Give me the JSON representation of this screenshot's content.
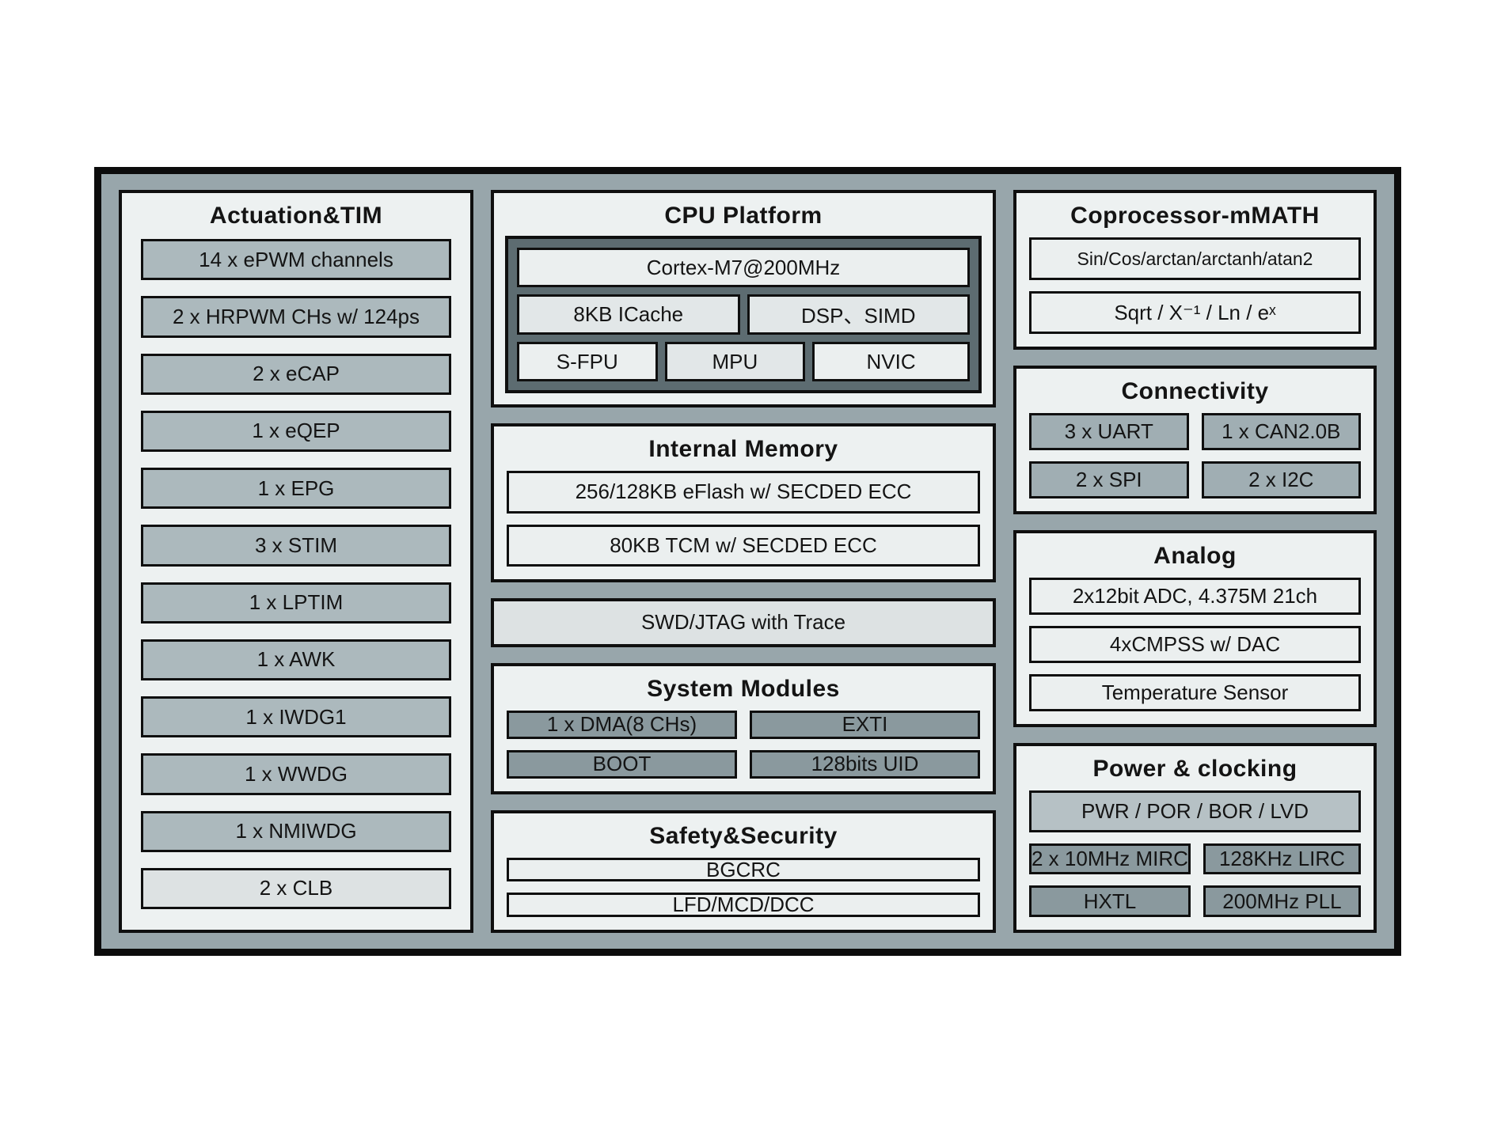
{
  "colors": {
    "band": "#98a6ab",
    "panel": "#edf1f1",
    "item_gray": "#acb9bd",
    "item_dark": "#8a999e",
    "item_conn": "#a0aeb3",
    "item_light": "#ebefef",
    "item_dim": "#e2e7e8",
    "item_pale": "#dde2e3",
    "power_bar": "#b6c1c5",
    "cpu_well": "#5d6c71"
  },
  "actuation": {
    "title": "Actuation&TIM",
    "items": [
      "14 x ePWM channels",
      "2 x HRPWM CHs w/ 124ps",
      "2 x eCAP",
      "1 x eQEP",
      "1 x EPG",
      "3 x STIM",
      "1 x LPTIM",
      "1 x AWK",
      "1 x IWDG1",
      "1 x WWDG",
      "1 x NMIWDG",
      "2 x CLB"
    ]
  },
  "cpu": {
    "title": "CPU Platform",
    "core": "Cortex-M7@200MHz",
    "row2": [
      "8KB ICache",
      "DSP、SIMD"
    ],
    "row3": [
      "S-FPU",
      "MPU",
      "NVIC"
    ]
  },
  "memory": {
    "title": "Internal Memory",
    "items": [
      "256/128KB eFlash w/ SECDED ECC",
      "80KB TCM w/ SECDED ECC"
    ]
  },
  "debug": {
    "label": "SWD/JTAG with Trace"
  },
  "system": {
    "title": "System Modules",
    "items": [
      "1 x DMA(8 CHs)",
      "EXTI",
      "BOOT",
      "128bits UID"
    ]
  },
  "safety": {
    "title": "Safety&Security",
    "items": [
      "BGCRC",
      "LFD/MCD/DCC"
    ]
  },
  "coprocessor": {
    "title": "Coprocessor-mMATH",
    "items": [
      "Sin/Cos/arctan/arctanh/atan2",
      "Sqrt / X⁻¹ / Ln / eˣ"
    ]
  },
  "connectivity": {
    "title": "Connectivity",
    "items": [
      "3 x UART",
      "1 x CAN2.0B",
      "2 x SPI",
      "2 x I2C"
    ]
  },
  "analog": {
    "title": "Analog",
    "items": [
      "2x12bit ADC, 4.375M 21ch",
      "4xCMPSS w/ DAC",
      "Temperature Sensor"
    ]
  },
  "power": {
    "title": "Power & clocking",
    "bar": "PWR / POR / BOR / LVD",
    "items": [
      "2 x 10MHz MIRC",
      "128KHz LIRC",
      "HXTL",
      "200MHz PLL"
    ]
  }
}
